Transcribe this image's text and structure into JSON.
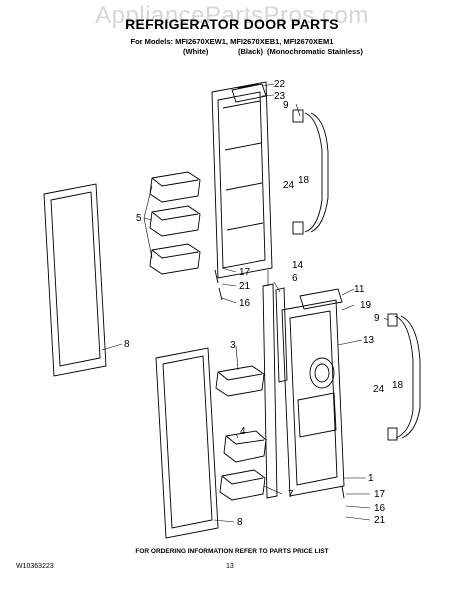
{
  "watermark": "AppliancePartsPros.com",
  "title": "REFRIGERATOR DOOR PARTS",
  "models_line": "For Models: MFI2670XEW1, MFI2670XEB1, MFI2670XEM1",
  "variants": {
    "white": "(White)",
    "black": "(Black)",
    "mono": "(Monochromatic Stainless)"
  },
  "callouts": {
    "c22": "22",
    "c23": "23",
    "c9_top": "9",
    "c18_top": "18",
    "c24_top": "24",
    "c5": "5",
    "c17_top": "17",
    "c21_top": "21",
    "c16_top": "16",
    "c14": "14",
    "c6": "6",
    "c11": "11",
    "c19": "19",
    "c8_top": "8",
    "c3": "3",
    "c13": "13",
    "c9_bot": "9",
    "c24_bot": "24",
    "c18_bot": "18",
    "c4": "4",
    "c1": "1",
    "c7": "7",
    "c17_bot": "17",
    "c16_bot": "16",
    "c8_bot": "8",
    "c21_bot": "21"
  },
  "footer": {
    "ordering_note": "FOR ORDERING INFORMATION REFER TO PARTS PRICE LIST",
    "doc_number": "W10363223",
    "page_number": "13"
  }
}
